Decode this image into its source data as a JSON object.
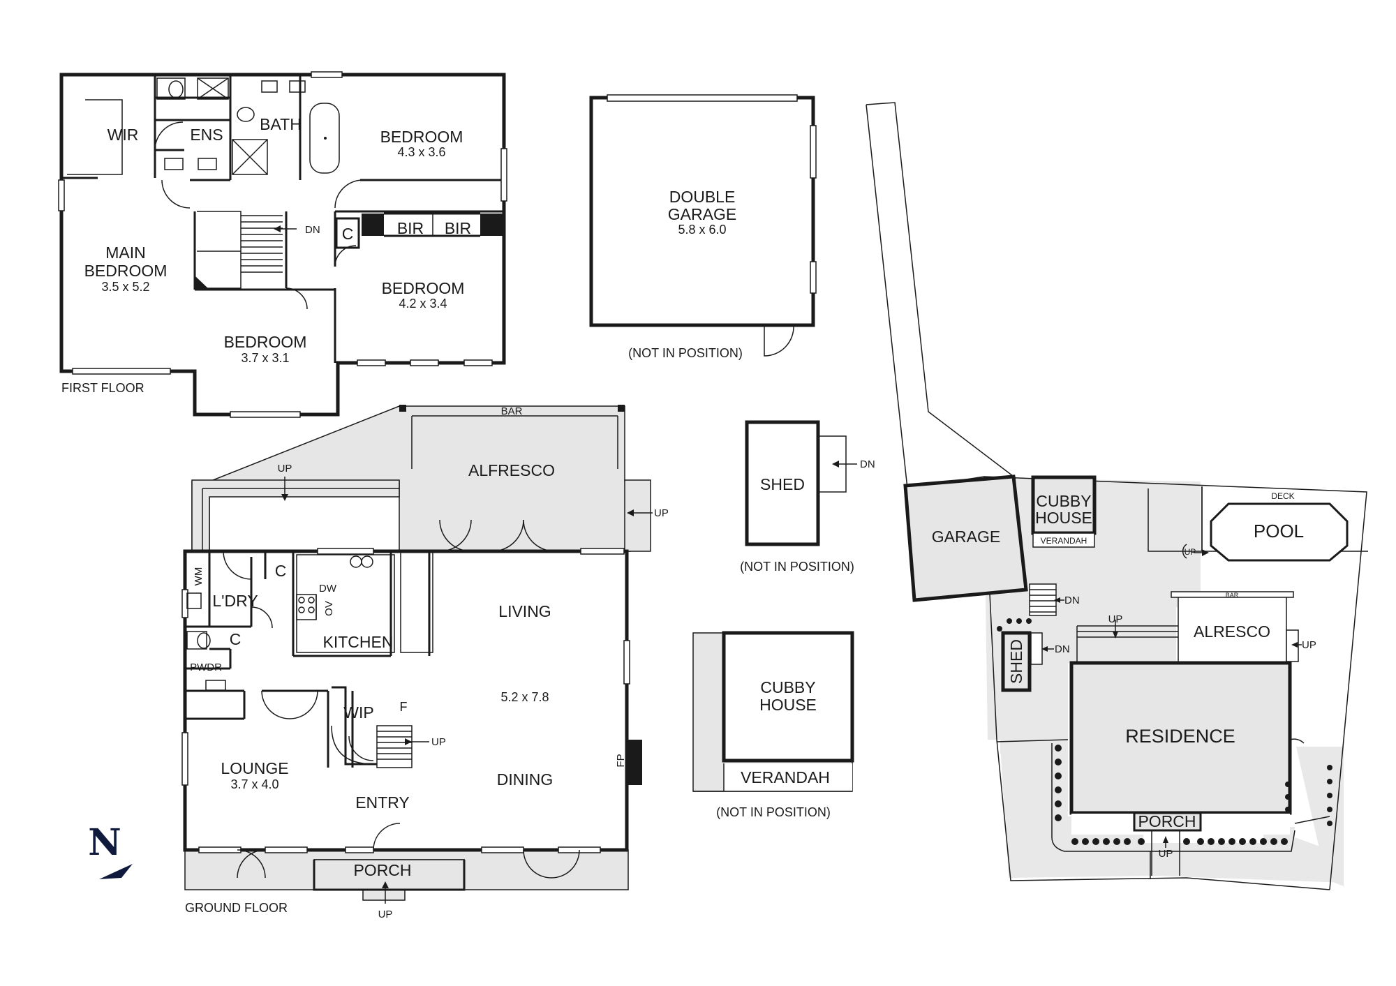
{
  "compass": {
    "letter": "N",
    "icon": "north-arrow-icon",
    "color": "#0f1a3d"
  },
  "first_floor": {
    "caption": "FIRST FLOOR",
    "rooms": {
      "wir": "WIR",
      "ens": "ENS",
      "bath": "BATH",
      "bedroom_ne": {
        "name": "BEDROOM",
        "size": "4.3 x 3.6"
      },
      "main_bedroom": {
        "name_line1": "MAIN",
        "name_line2": "BEDROOM",
        "size": "3.5 x 5.2"
      },
      "bedroom_e": {
        "name": "BEDROOM",
        "size": "4.2 x 3.4"
      },
      "bedroom_s": {
        "name": "BEDROOM",
        "size": "3.7 x 3.1"
      },
      "bir1": "BIR",
      "bir2": "BIR",
      "c": "C",
      "stair_dn": "DN"
    }
  },
  "ground_floor": {
    "caption": "GROUND FLOOR",
    "rooms": {
      "bar": "BAR",
      "alfresco": "ALFRESCO",
      "up_top": "UP",
      "up_right": "UP",
      "wm": "WM",
      "c1": "C",
      "c2": "C",
      "laundry": "L'DRY",
      "dw": "DW",
      "ov": "OV",
      "kitchen": "KITCHEN",
      "living": "LIVING",
      "pwdr": "PWDR",
      "wip": "WIP",
      "f": "F",
      "up_stair": "UP",
      "dining_size": "5.2 x 7.8",
      "lounge": {
        "name": "LOUNGE",
        "size": "3.7 x 4.0"
      },
      "dining": "DINING",
      "entry": "ENTRY",
      "fp": "FP",
      "porch": "PORCH",
      "up_porch": "UP"
    }
  },
  "double_garage": {
    "name_line1": "DOUBLE",
    "name_line2": "GARAGE",
    "size": "5.8 x 6.0",
    "note": "(NOT IN POSITION)"
  },
  "shed": {
    "name": "SHED",
    "dn": "DN",
    "note": "(NOT IN POSITION)"
  },
  "cubby": {
    "name_line1": "CUBBY",
    "name_line2": "HOUSE",
    "verandah": "VERANDAH",
    "note": "(NOT IN POSITION)"
  },
  "site_plan": {
    "garage": "GARAGE",
    "cubby_line1": "CUBBY",
    "cubby_line2": "HOUSE",
    "verandah": "VERANDAH",
    "deck": "DECK",
    "pool": "POOL",
    "up_pool": "UP",
    "dn_steps": "DN",
    "bar": "BAR",
    "up_alfresco": "UP",
    "alfresco": "ALRESCO",
    "up_right": "UP",
    "shed": "SHED",
    "dn_shed": "DN",
    "residence": "RESIDENCE",
    "porch": "PORCH",
    "up_porch": "UP"
  }
}
